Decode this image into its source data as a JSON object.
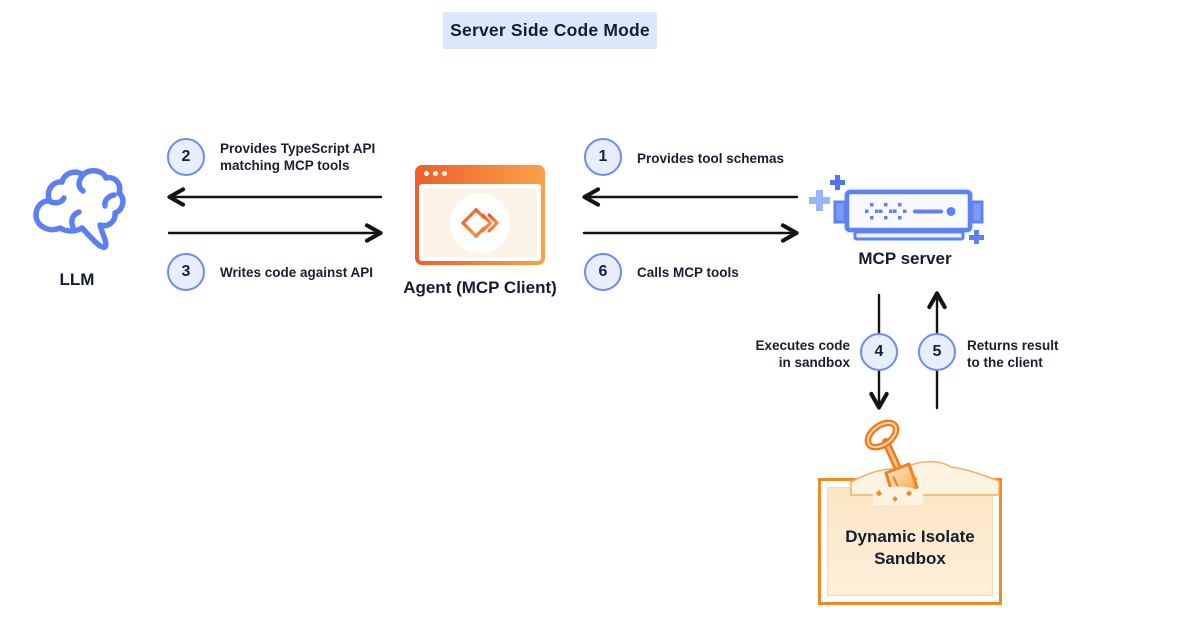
{
  "title": "Server Side Code Mode",
  "nodes": {
    "llm": {
      "label": "LLM",
      "icon": "brain-icon"
    },
    "agent": {
      "label": "Agent (MCP Client)",
      "icon": "browser-window-icon",
      "logo_icon": "code-mode-logo-icon"
    },
    "mcp_server": {
      "label": "MCP server",
      "icon": "server-rack-icon",
      "decor": "sparkle-icons"
    },
    "sandbox": {
      "label_line1": "Dynamic Isolate",
      "label_line2": "Sandbox",
      "icon": "shovel-sand-icon"
    }
  },
  "steps": {
    "s1": {
      "number": "1",
      "label": "Provides tool schemas"
    },
    "s2": {
      "number": "2",
      "label_line1": "Provides TypeScript API",
      "label_line2": "matching MCP tools"
    },
    "s3": {
      "number": "3",
      "label": "Writes code against API"
    },
    "s4": {
      "number": "4",
      "label_line1": "Executes code",
      "label_line2": "in sandbox"
    },
    "s5": {
      "number": "5",
      "label_line1": "Returns result",
      "label_line2": "to the client"
    },
    "s6": {
      "number": "6",
      "label": "Calls MCP tools"
    }
  },
  "colors": {
    "title_bg": "#dce9fc",
    "accent_blue": "#6d8cf3",
    "step_circle_fill": "#e7eefd",
    "server_blue": "#5f82f3",
    "orange": "#f18a25",
    "orange_gradient_start": "#ee5f28",
    "orange_gradient_end": "#f9a24b",
    "agent_window_fill": "#fdf4e8",
    "sandbox_fill": "#fce5c6",
    "text_dark": "#151d2e",
    "arrow": "#141414"
  }
}
